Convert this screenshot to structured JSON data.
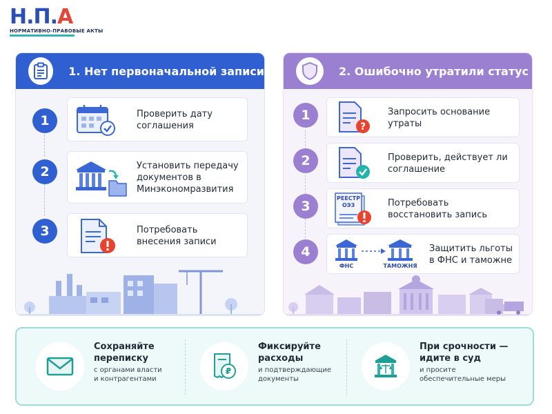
{
  "logo": {
    "letter1": "Н",
    "letter2": "П",
    "letter3": "А",
    "subtitle": "НОРМАТИВНО-ПРАВОВЫЕ АКТЫ"
  },
  "left_panel": {
    "title": "1. Нет первоначальной записи",
    "icon": "clipboard-icon",
    "steps": [
      {
        "num": "1",
        "line1": "Проверить дату",
        "line2": "соглашения",
        "line3": "",
        "icon": "calendar-check-icon"
      },
      {
        "num": "2",
        "line1": "Установить передачу",
        "line2": "документов в",
        "line3": "Минэкономразвития",
        "icon": "ministry-folder-icon"
      },
      {
        "num": "3",
        "line1": "Потребовать",
        "line2": "внесения записи",
        "line3": "",
        "icon": "document-warning-icon"
      }
    ]
  },
  "right_panel": {
    "title": "2. Ошибочно утратили статус",
    "icon": "shield-icon",
    "steps": [
      {
        "num": "1",
        "line1": "Запросить основание",
        "line2": "утраты",
        "icon": "document-question-icon"
      },
      {
        "num": "2",
        "line1": "Проверить, действует ли",
        "line2": "соглашение",
        "icon": "document-check-icon"
      },
      {
        "num": "3",
        "line1": "Потребовать",
        "line2": "восстановить запись",
        "icon": "registry-warning-icon",
        "registry_label1": "РЕЕСТР",
        "registry_label2": "ОЭЗ"
      },
      {
        "num": "4",
        "line1": "Защитить льготы",
        "line2": "в ФНС и таможне",
        "icon": "fns-customs-icon",
        "fns_label": "ФНС",
        "customs_label": "ТАМОЖНЯ"
      }
    ]
  },
  "tips": [
    {
      "title1": "Сохраняйте",
      "title2": "переписку",
      "desc1": "с органами власти",
      "desc2": "и контрагентами",
      "icon": "envelope-icon"
    },
    {
      "title1": "Фиксируйте",
      "title2": "расходы",
      "desc1": "и подтверждающие",
      "desc2": "документы",
      "icon": "receipt-ruble-icon"
    },
    {
      "title1": "При срочности —",
      "title2": "идите в суд",
      "desc1": "и просите",
      "desc2": "обеспечительные меры",
      "icon": "court-icon"
    }
  ],
  "colors": {
    "left_accent": "#2f5fd0",
    "right_accent": "#9b7fd0",
    "bottom_accent": "#2fb6b0",
    "warning": "#e8432f",
    "success": "#24b3a8"
  }
}
